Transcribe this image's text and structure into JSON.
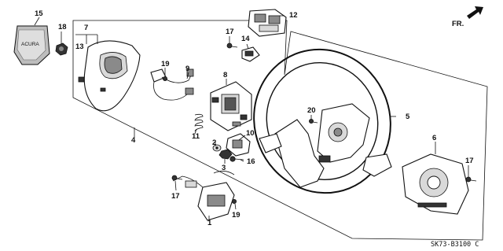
{
  "diagram": {
    "diagram_code": "SK73-B3100 C",
    "direction_label": "FR.",
    "emblem_text": "ACURA",
    "callouts": [
      {
        "id": "c1",
        "label": "1"
      },
      {
        "id": "c2",
        "label": "2"
      },
      {
        "id": "c3",
        "label": "3"
      },
      {
        "id": "c4",
        "label": "4"
      },
      {
        "id": "c5",
        "label": "5"
      },
      {
        "id": "c6",
        "label": "6"
      },
      {
        "id": "c7",
        "label": "7"
      },
      {
        "id": "c8",
        "label": "8"
      },
      {
        "id": "c9",
        "label": "9"
      },
      {
        "id": "c10",
        "label": "10"
      },
      {
        "id": "c11",
        "label": "11"
      },
      {
        "id": "c12",
        "label": "12"
      },
      {
        "id": "c13",
        "label": "13"
      },
      {
        "id": "c14",
        "label": "14"
      },
      {
        "id": "c15",
        "label": "15"
      },
      {
        "id": "c16",
        "label": "16"
      },
      {
        "id": "c17a",
        "label": "17"
      },
      {
        "id": "c17b",
        "label": "17"
      },
      {
        "id": "c17c",
        "label": "17"
      },
      {
        "id": "c18",
        "label": "18"
      },
      {
        "id": "c19a",
        "label": "19"
      },
      {
        "id": "c19b",
        "label": "19"
      },
      {
        "id": "c20",
        "label": "20"
      }
    ]
  }
}
